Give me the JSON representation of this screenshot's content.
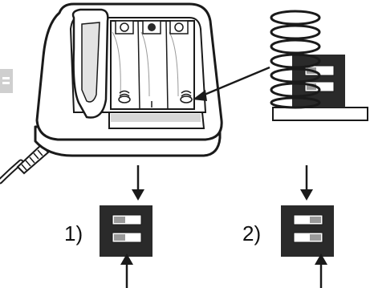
{
  "figure": {
    "background": "#ffffff",
    "ink_color": "#1a1a1a",
    "body_fill": "#ffffff",
    "shade_fill": "#c8c8c8",
    "side_tab_fill": "#cfcfcf",
    "switch_fill": "#2a2a2a",
    "switch_slot_fill": "#ffffff",
    "switch_knob_fill": "#9a9a9a"
  },
  "labels": {
    "option_1": "1)",
    "option_2": "2)"
  },
  "switch_settings": [
    {
      "option": "1)",
      "upper": "left",
      "lower": "left"
    },
    {
      "option": "2)",
      "upper": "right",
      "lower": "right"
    }
  ]
}
